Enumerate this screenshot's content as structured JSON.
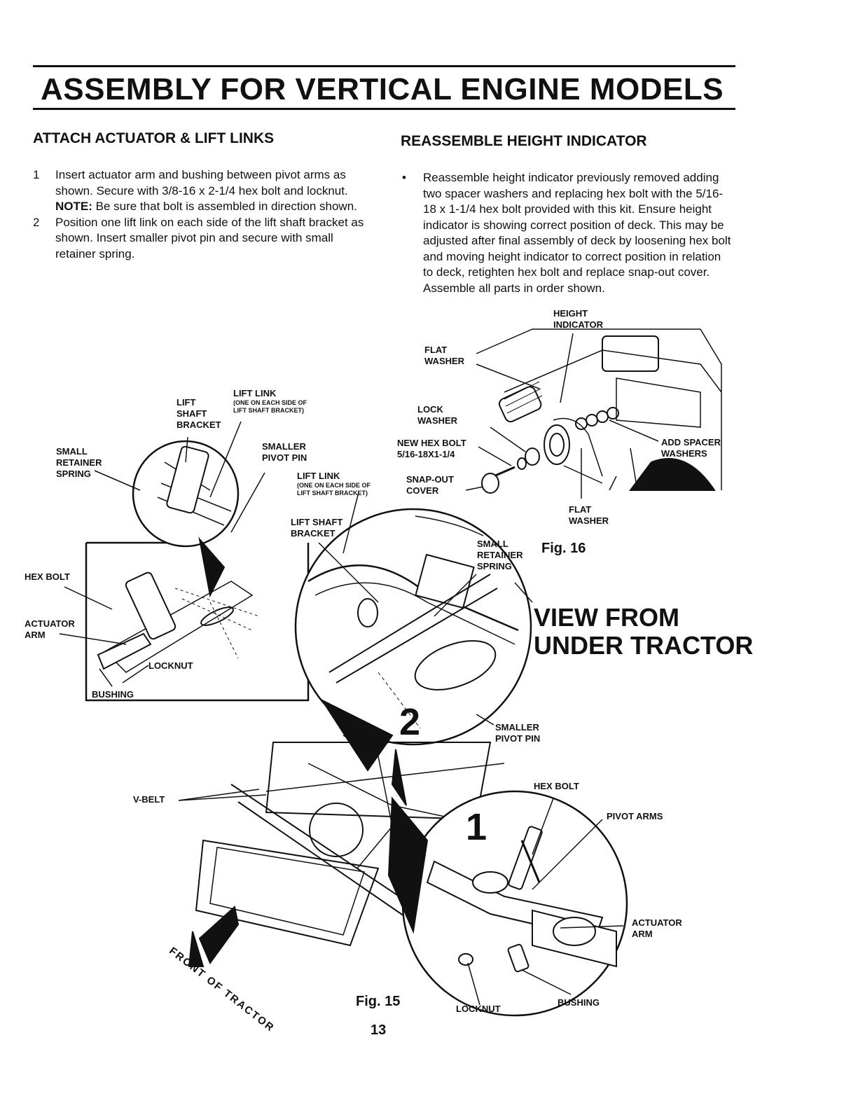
{
  "header": {
    "title": "ASSEMBLY FOR VERTICAL ENGINE MODELS"
  },
  "left": {
    "heading": "ATTACH ACTUATOR & LIFT LINKS",
    "steps": [
      {
        "num": "1",
        "text": "Insert actuator arm and bushing between pivot arms as shown. Secure with 3/8-16 x 2-1/4 hex bolt and locknut.",
        "note_label": "NOTE:",
        "note": "Be sure that bolt is assembled in direction shown."
      },
      {
        "num": "2",
        "text": "Position one lift link on each side of the lift shaft bracket as shown. Insert smaller pivot pin and secure with small retainer spring."
      }
    ]
  },
  "right": {
    "heading": "REASSEMBLE HEIGHT INDICATOR",
    "bullet": "•",
    "text": "Reassemble height indicator previously removed adding two spacer washers and replacing hex bolt with the 5/16-18 x 1-1/4 hex bolt provided with this kit. Ensure height indicator is showing correct position of deck. This may be adjusted after final assembly of deck by loosening hex bolt and moving height indicator to correct position in relation to deck, retighten hex bolt and replace snap-out cover. Assemble all parts in order shown."
  },
  "fig16": {
    "caption": "Fig. 16",
    "labels": {
      "height_indicator": [
        "HEIGHT",
        "INDICATOR"
      ],
      "flat_washer_top": [
        "FLAT",
        "WASHER"
      ],
      "lock_washer": [
        "LOCK",
        "WASHER"
      ],
      "new_hex_bolt": [
        "NEW HEX BOLT",
        "5/16-18X1-1/4"
      ],
      "snap_out_cover": [
        "SNAP-OUT",
        "COVER"
      ],
      "add_spacer_washers": [
        "ADD SPACER",
        "WASHERS"
      ],
      "flat_washer_bottom": [
        "FLAT",
        "WASHER"
      ]
    }
  },
  "fig15": {
    "caption": "Fig. 15",
    "view_title": [
      "VIEW FROM",
      "UNDER TRACTOR"
    ],
    "step_numbers": [
      "2",
      "1"
    ],
    "labels": {
      "lift_shaft_bracket_top": [
        "LIFT",
        "SHAFT",
        "BRACKET"
      ],
      "lift_link_top": "LIFT LINK",
      "lift_link_top_note": [
        "(ONE ON EACH SIDE OF",
        "LIFT SHAFT BRACKET)"
      ],
      "smaller_pivot_pin_top": [
        "SMALLER",
        "PIVOT PIN"
      ],
      "small_retainer_spring_left": [
        "SMALL",
        "RETAINER",
        "SPRING"
      ],
      "lift_link_mid": "LIFT LINK",
      "lift_link_mid_note": [
        "(ONE ON EACH SIDE OF",
        "LIFT SHAFT BRACKET)"
      ],
      "lift_shaft_bracket_mid": [
        "LIFT SHAFT",
        "BRACKET"
      ],
      "small_retainer_spring_mid": [
        "SMALL",
        "RETAINER",
        "SPRING"
      ],
      "hex_bolt_left": "HEX BOLT",
      "actuator_arm_left": [
        "ACTUATOR",
        "ARM"
      ],
      "locknut_left": "LOCKNUT",
      "bushing_left": "BUSHING",
      "smaller_pivot_pin_bottom": [
        "SMALLER",
        "PIVOT PIN"
      ],
      "v_belt": "V-BELT",
      "hex_bolt_bottom": "HEX BOLT",
      "pivot_arms": "PIVOT ARMS",
      "actuator_arm_bottom": [
        "ACTUATOR",
        "ARM"
      ],
      "locknut_bottom": "LOCKNUT",
      "bushing_bottom": "BUSHING",
      "front_of_tractor": "FRONT OF TRACTOR"
    }
  },
  "footer": {
    "page_number": "13"
  }
}
